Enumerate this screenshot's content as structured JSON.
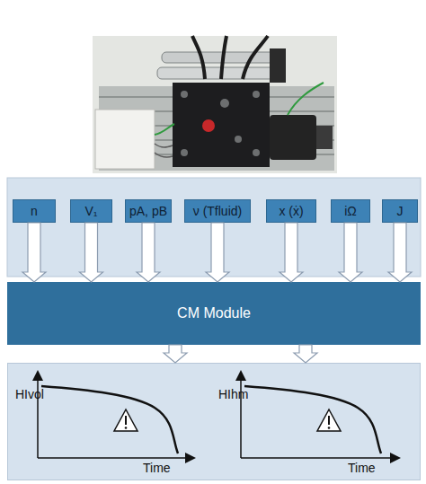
{
  "diagram": {
    "nodes": [
      {
        "text": [
          "n"
        ]
      },
      {
        "text": [
          "V₁"
        ]
      },
      {
        "text": [
          "pA, pB"
        ]
      },
      {
        "text": [
          "ν (Tfluid)"
        ]
      },
      {
        "text": [
          "x (ẋ)"
        ]
      },
      {
        "text": [
          "iΩ"
        ]
      },
      {
        "text": [
          "J"
        ]
      },
      {
        "text": [
          "CM Module"
        ]
      },
      {
        "text": [
          "HIvol",
          "Time",
          "HIhm",
          "Time"
        ]
      }
    ],
    "edges": [
      {
        "from": 0,
        "to": 7,
        "arrow": "to"
      },
      {
        "from": 1,
        "to": 7,
        "arrow": "to"
      },
      {
        "from": 2,
        "to": 7,
        "arrow": "to"
      },
      {
        "from": 3,
        "to": 7,
        "arrow": "to"
      },
      {
        "from": 4,
        "to": 7,
        "arrow": "to"
      },
      {
        "from": 5,
        "to": 7,
        "arrow": "to"
      },
      {
        "from": 6,
        "to": 7,
        "arrow": "to"
      },
      {
        "from": 7,
        "to": 8,
        "arrow": "to"
      },
      {
        "from": 7,
        "to": 8,
        "arrow": "to"
      }
    ]
  }
}
